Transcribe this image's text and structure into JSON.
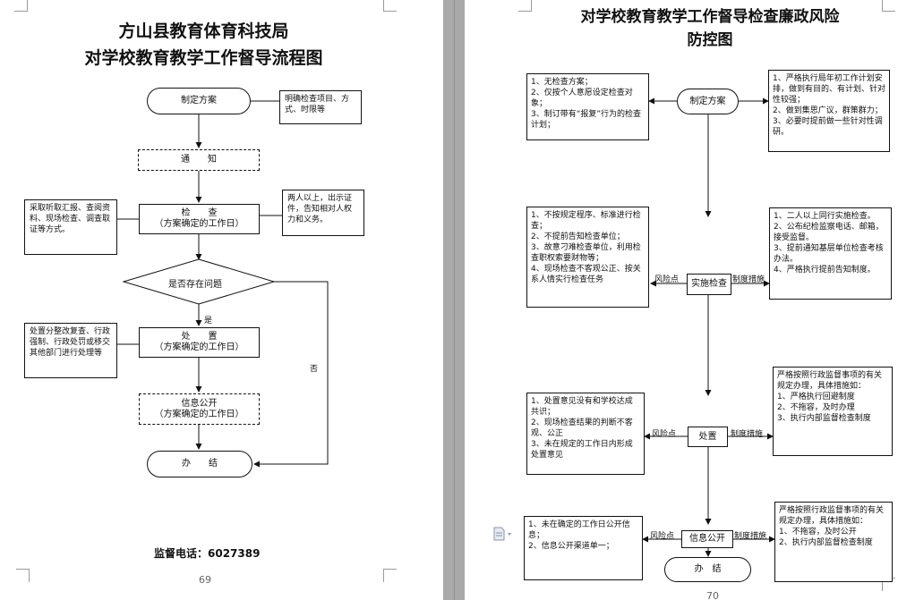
{
  "left": {
    "title1": "方山县教育体育科技局",
    "title2": "对学校教育教学工作督导流程图",
    "nodes": {
      "plan": "制定方案",
      "notice": "通　　知",
      "check_l1": "检　　查",
      "check_l2": "（方案确定的工作日）",
      "decision": "是否存在问题",
      "handle_l1": "处　　置",
      "handle_l2": "（方案确定的工作日）",
      "publish_l1": "信息公开",
      "publish_l2": "（方案确定的工作日）",
      "end": "办　　结"
    },
    "notes": {
      "plan_note": "明确检查项目、方式、时限等",
      "check_left": "采取听取汇报、查阅资料、现场检查、调查取证等方式。",
      "check_right": "两人以上，出示证件，告知相对人权力和义务。",
      "handle_left": "处置分整改复查、行政强制、行政处罚或移交其他部门进行处理等"
    },
    "yes_label": "是",
    "no_label": "否",
    "phone": "监督电话：6027389",
    "page_number": "69"
  },
  "right": {
    "title1": "对学校教育教学工作督导检查廉政风险",
    "title2": "防控图",
    "nodes": {
      "plan": "制定方案",
      "check": "实施检查",
      "handle": "处置",
      "publish": "信息公开",
      "end": "办　结"
    },
    "risk_label": "风险点",
    "measure_label": "制度措施",
    "risks": {
      "plan": [
        "1、无检查方案；",
        "2、仅按个人意愿设定检查对象；",
        "3、制订带有“报复”行为的检查计划；"
      ],
      "check": [
        "1、不按规定程序、标准进行检查；",
        "2、不提前告知检查单位；",
        "3、故意刁难检查单位，利用检查职权索要财物等；",
        "4、现场检查不客观公正、按关系人情实行检查任务"
      ],
      "handle": [
        "1、处置意见没有和学校达成共识；",
        "2、现场检查结果的判断不客观、公正",
        "3、未在规定的工作日内形成处置意见"
      ],
      "publish": [
        "1、未在确定的工作日公开信息；",
        "2、信息公开渠道单一；"
      ]
    },
    "measures": {
      "plan": [
        "1、严格执行局年初工作计划安排，做到有目的、有计划、针对性较强；",
        "2、做到集思广议，群策群力；",
        "3、必要时提前做一些针对性调研。"
      ],
      "check": [
        "1、二人以上同行实施检查。",
        "2、公布纪检监察电话、邮箱，接受监督。",
        "3、提前通知基层单位检查考核办法。",
        "4、严格执行提前告知制度。"
      ],
      "handle_intro": "严格按照行政监督事项的有关规定办理，具体措施如：",
      "handle": [
        "1、严格执行回避制度",
        "2、不拖容，及时办理",
        "3、执行内部监督检查制度"
      ],
      "publish_intro": "严格按照行政监督事项的有关规定办理，具体措施如：",
      "publish": [
        "1、不拖容，及时公开",
        "2、执行内部监督检查制度"
      ]
    },
    "page_number": "70"
  },
  "icons": {
    "doc_icon": "document-icon"
  }
}
